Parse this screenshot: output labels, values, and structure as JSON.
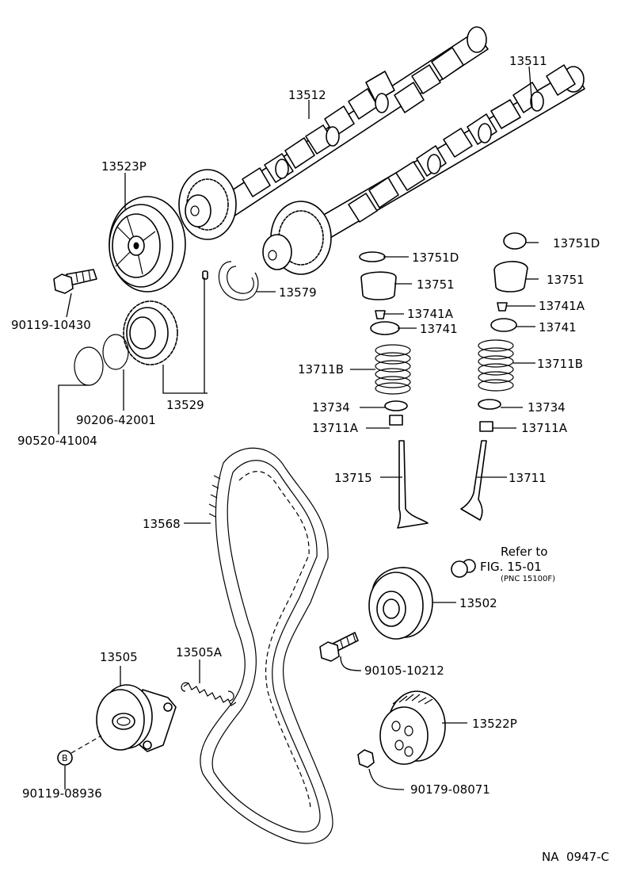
{
  "diagram": {
    "figure_code": "NA  0947-C",
    "reference_note": {
      "line1": "Refer to",
      "line2": "FIG. 15-01",
      "line3": "(PNC 15100F)"
    },
    "circle_marker": "B",
    "labels": {
      "p13511": "13511",
      "p13512": "13512",
      "p13523P": "13523P",
      "p90119_10430": "90119-10430",
      "p13579": "13579",
      "p13529": "13529",
      "p90206_42001": "90206-42001",
      "p90520_41004": "90520-41004",
      "p13751D_l": "13751D",
      "p13751_l": "13751",
      "p13741A_l": "13741A",
      "p13741_l": "13741",
      "p13711B_l": "13711B",
      "p13734_l": "13734",
      "p13711A_l": "13711A",
      "p13715": "13715",
      "p13751D_r": "13751D",
      "p13751_r": "13751",
      "p13741A_r": "13741A",
      "p13741_r": "13741",
      "p13711B_r": "13711B",
      "p13734_r": "13734",
      "p13711A_r": "13711A",
      "p13711": "13711",
      "p13568": "13568",
      "p13502": "13502",
      "p90105_10212": "90105-10212",
      "p13505": "13505",
      "p13505A": "13505A",
      "p13522P": "13522P",
      "p90179_08071": "90179-08071",
      "p90119_08936": "90119-08936"
    }
  }
}
